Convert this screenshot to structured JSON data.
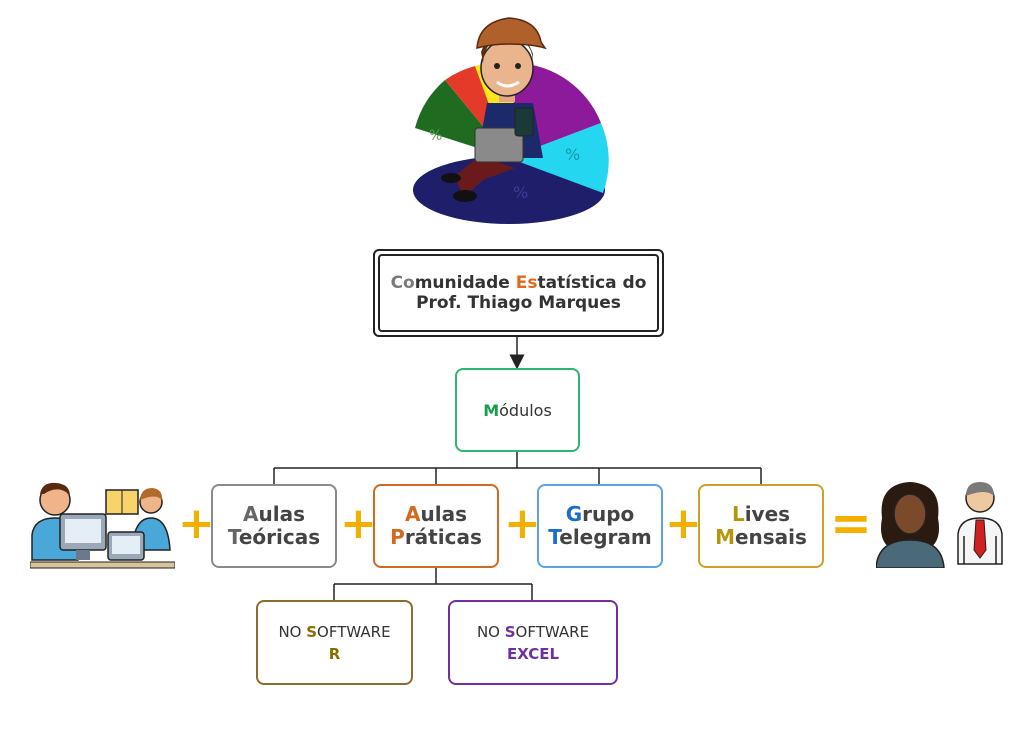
{
  "header": {
    "line1": [
      {
        "text": "Co",
        "color": "#7a7a7a"
      },
      {
        "text": "munidade ",
        "color": "#333333"
      },
      {
        "text": "Es",
        "color": "#e06a1a"
      },
      {
        "text": "tatística do",
        "color": "#333333"
      }
    ],
    "line2": "Prof. Thiago Marques"
  },
  "modules": {
    "first": "M",
    "rest": "ódulos",
    "accent": "#1a9e4a"
  },
  "items": [
    {
      "first1": "A",
      "rest1": "ulas",
      "first2": "T",
      "rest2": "eóricas",
      "accent": "#666666",
      "border": "#8a8a8a"
    },
    {
      "first1": "A",
      "rest1": "ulas",
      "first2": "P",
      "rest2": "ráticas",
      "accent": "#d2691e",
      "border": "#d2691e"
    },
    {
      "first1": "G",
      "rest1": "rupo",
      "first2": "T",
      "rest2": "elegram",
      "accent": "#1a6bd4",
      "border": "#5ba4e0"
    },
    {
      "first1": "L",
      "rest1": "ives",
      "first2": "M",
      "rest2": "ensais",
      "accent": "#b8960c",
      "border": "#c9a227"
    }
  ],
  "software": [
    {
      "prefix": "NO ",
      "first": "S",
      "rest": "OFTWARE",
      "name": "R",
      "accent": "#8a6d00",
      "border": "#8a6d2a"
    },
    {
      "prefix": "NO ",
      "first": "S",
      "rest": "OFTWARE",
      "name": "EXCEL",
      "accent": "#7030a0",
      "border": "#7030a0"
    }
  ],
  "operators": {
    "plus": "+",
    "equals": "="
  },
  "pie_label": "%",
  "colors": {
    "operator": "#f4b000",
    "connector": "#222222"
  }
}
